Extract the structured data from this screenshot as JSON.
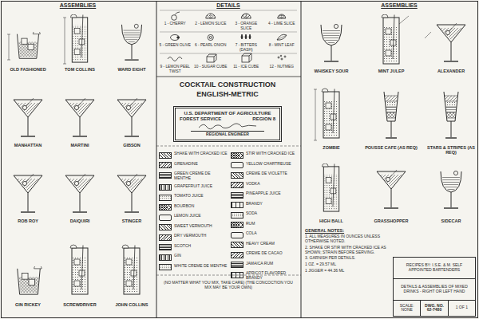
{
  "diagram": {
    "title": "COCKTAIL CONSTRUCTION ENGLISH-METRIC",
    "nodes": [
      {
        "text": [
          "U.S. DEPARTMENT OF AGRICULTURE",
          "FOREST SERVICE",
          "REGION 8",
          "REGIONAL ENGINEER"
        ]
      },
      {
        "text": [
          "RECIPES BY: I.S.E. & M. SELF APPOINTED BARTENDERS",
          "DETAILS & ASSEMBLIES OF MIXED DRINKS - RIGHT OR LEFT HAND",
          "SCALE: NONE",
          "DWG. NO. 62-7480",
          "1 OF 1"
        ]
      }
    ],
    "labels": [
      "ASSEMBLIES",
      "DETAILS",
      "ASSEMBLIES",
      "OLD FASHIONED",
      "TOM COLLINS",
      "WARD EIGHT",
      "MANHATTAN",
      "MARTINI",
      "GIBSON",
      "ROB ROY",
      "DAIQUIRI",
      "STINGER",
      "GIN RICKEY",
      "SCREWDRIVER",
      "JOHN COLLINS",
      "WHISKEY SOUR",
      "MINT JULEP",
      "ALEXANDER",
      "ZOMBIE",
      "POUSSE CAFE (AS REQ)",
      "STARS & STRIPES (AS REQ)",
      "HIGH BALL",
      "GRASSHOPPER",
      "SIDECAR",
      "1 - CHERRY",
      "2 - LEMON SLICE",
      "3 - ORANGE SLICE",
      "4 - LIME SLICE",
      "5 - GREEN OLIVE",
      "6 - PEARL ONION",
      "7 - BITTERS (DASH)",
      "8 - MINT LEAF",
      "9 - LEMON PEEL TWIST",
      "10 - SUGAR CUBE",
      "11 - ICE CUBE",
      "12 - NUTMEG",
      "GENERAL NOTES:",
      "1. ALL MEASURES IN OUNCES UNLESS OTHERWISE NOTED.",
      "2. SHAKE OR STIR WITH CRACKED ICE AS SHOWN; STRAIN BEFORE SERVING.",
      "3. GARNISH PER DETAILS.",
      "1 OZ. = 29.57 ML",
      "1 JIGGER = 44.36 ML",
      "(NO MATTER WHAT YOU MIX, TAKE CARE) (THE CONCOCTION YOU MIX MAY BE YOUR OWN)"
    ],
    "legend": [
      {
        "text": "SHAKE WITH CRACKED ICE"
      },
      {
        "text": "GRENADINE"
      },
      {
        "text": "GREEN CREME DE MENTHE"
      },
      {
        "text": "GRAPEFRUIT JUICE"
      },
      {
        "text": "TOMATO JUICE"
      },
      {
        "text": "BOURBON"
      },
      {
        "text": "LEMON JUICE"
      },
      {
        "text": "SWEET VERMOUTH"
      },
      {
        "text": "DRY VERMOUTH"
      },
      {
        "text": "SCOTCH"
      },
      {
        "text": "GIN"
      },
      {
        "text": "WHITE CREME DE MENTHE"
      },
      {
        "text": "STIR WITH CRACKED ICE"
      },
      {
        "text": "YELLOW CHARTREUSE"
      },
      {
        "text": "CREME DE VIOLETTE"
      },
      {
        "text": "VODKA"
      },
      {
        "text": "PINEAPPLE JUICE"
      },
      {
        "text": "BRANDY"
      },
      {
        "text": "SODA"
      },
      {
        "text": "RUM"
      },
      {
        "text": "COLA"
      },
      {
        "text": "HEAVY CREAM"
      },
      {
        "text": "CREME DE CACAO"
      },
      {
        "text": "JAMAICA RUM"
      },
      {
        "text": "APRICOT FLAVORED BRANDY"
      }
    ]
  }
}
